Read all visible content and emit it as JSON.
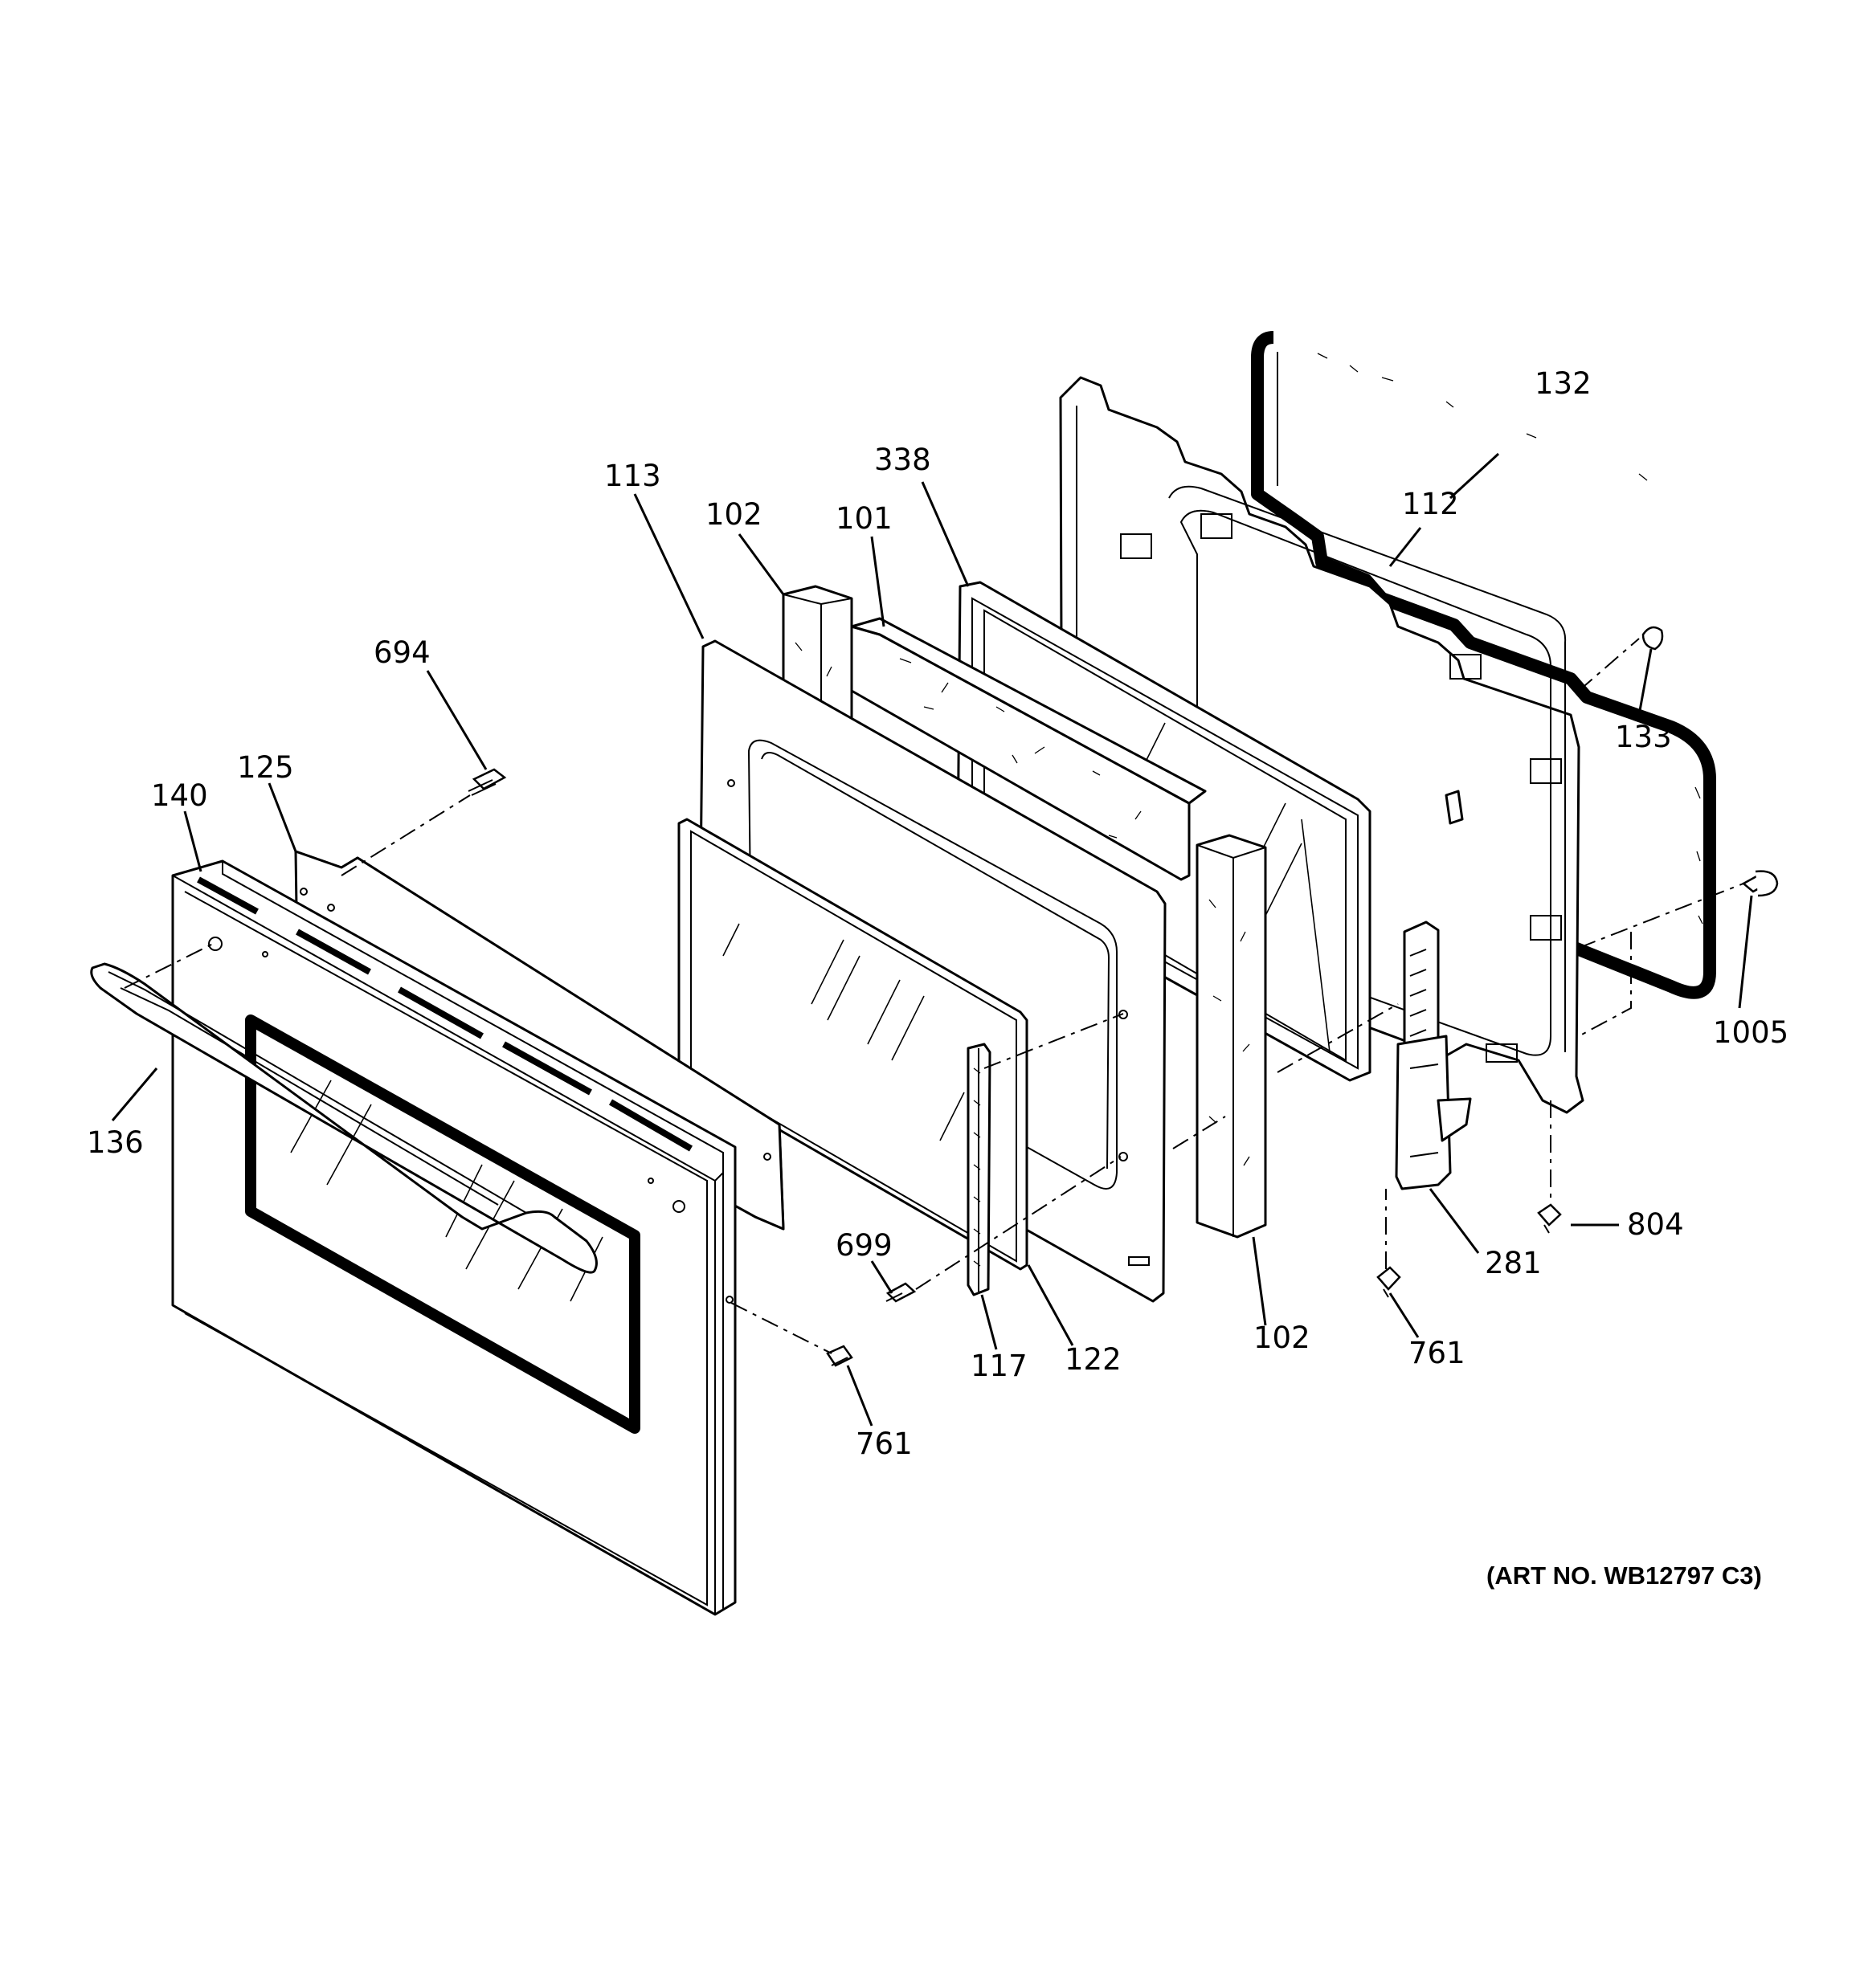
{
  "art_number": "(ART NO. WB12797 C3)",
  "callouts": {
    "c132": "132",
    "c112": "112",
    "c338": "338",
    "c113": "113",
    "c102_top": "102",
    "c101": "101",
    "c694": "694",
    "c133": "133",
    "c125": "125",
    "c140": "140",
    "c1005": "1005",
    "c136": "136",
    "c804": "804",
    "c699": "699",
    "c281": "281",
    "c102_bottom": "102",
    "c761_right": "761",
    "c117": "117",
    "c122": "122",
    "c761_left": "761"
  }
}
